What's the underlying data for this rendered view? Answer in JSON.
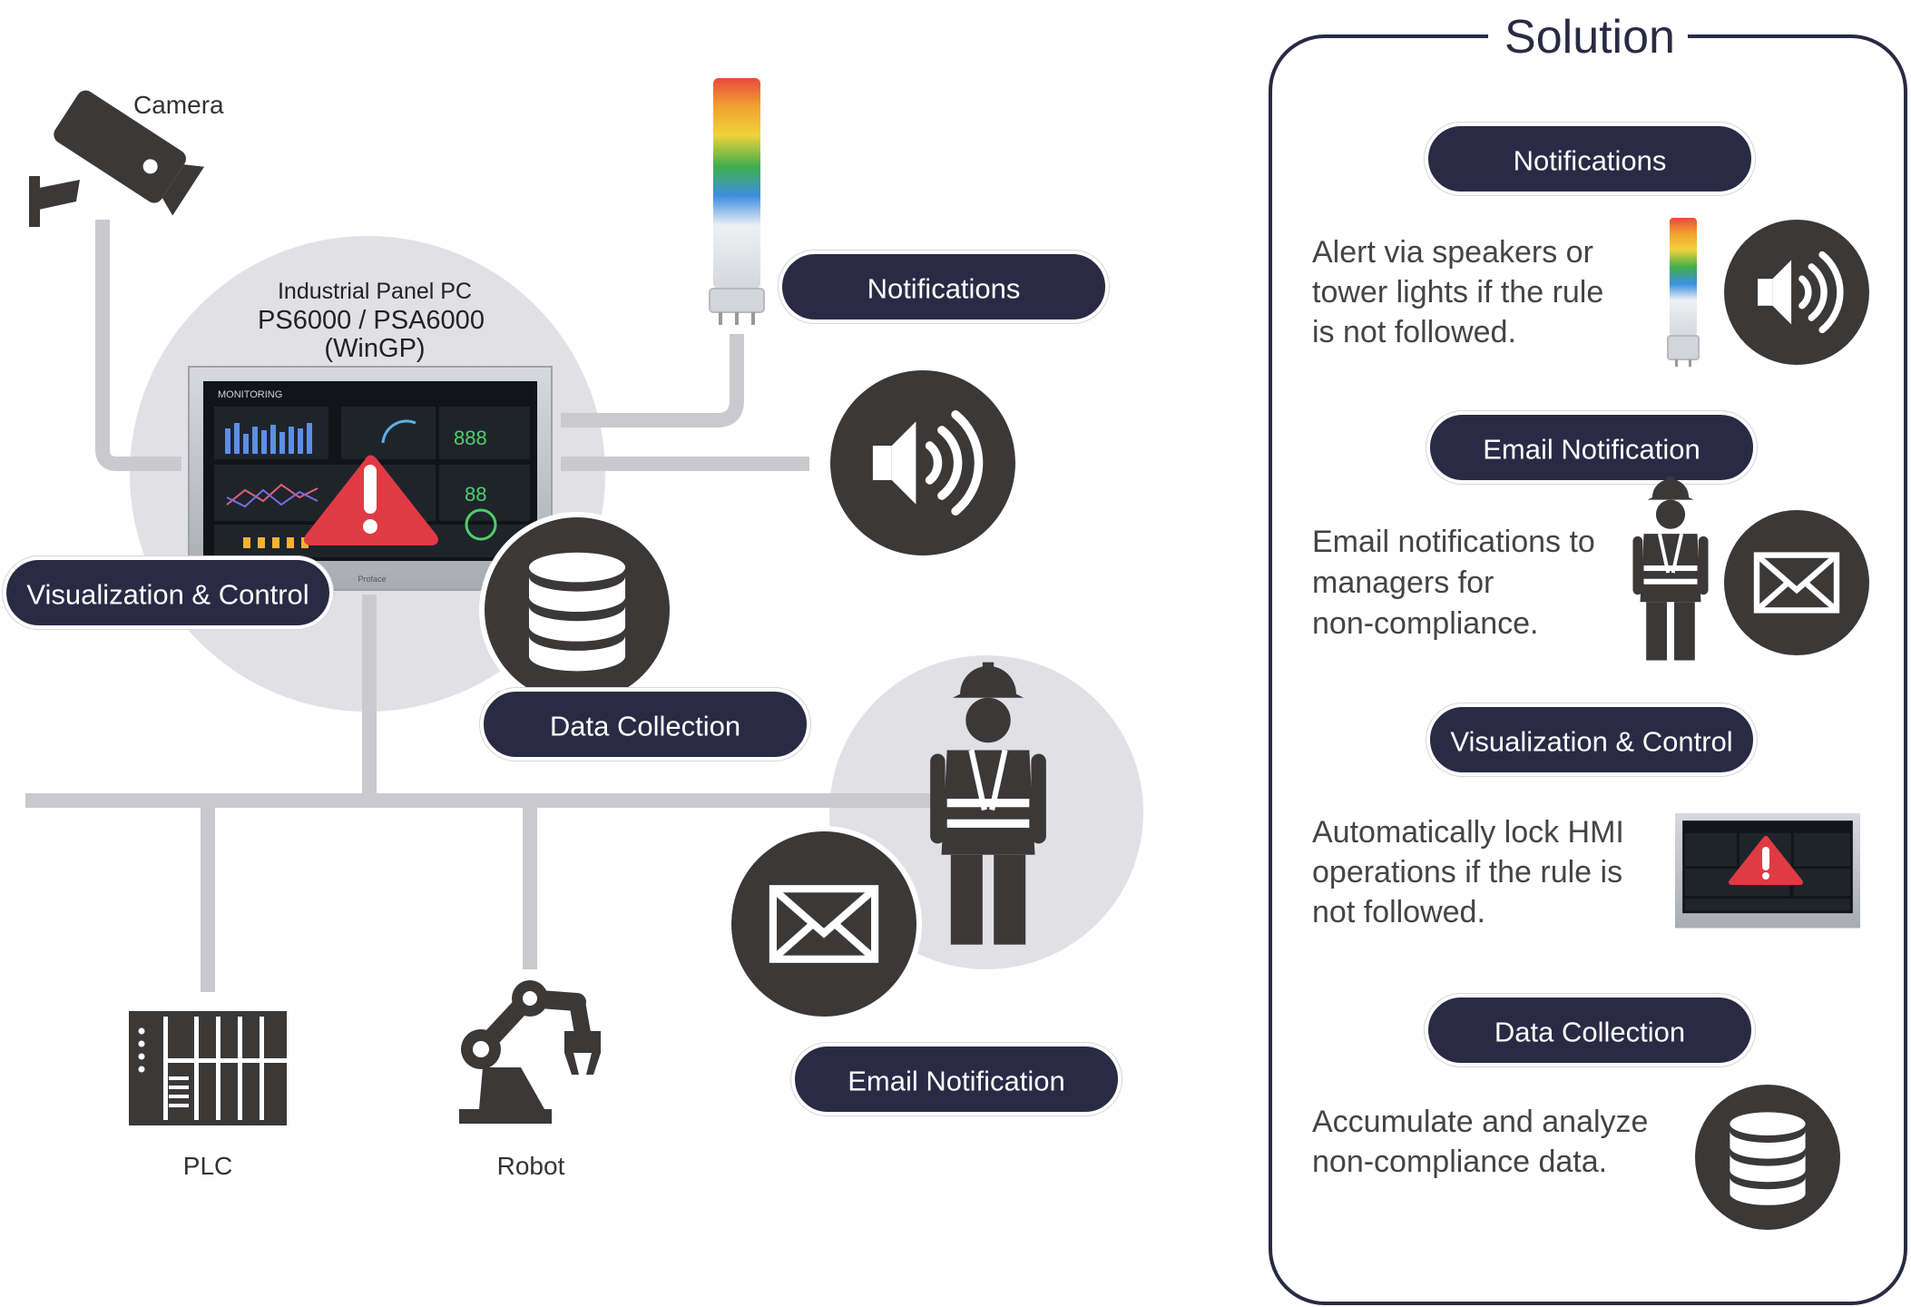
{
  "diagram": {
    "camera_label": "Camera",
    "panel_pc": {
      "line1": "Industrial Panel PC",
      "line2": "PS6000 / PSA6000",
      "line3": "(WinGP)",
      "screen_title": "MONITORING"
    },
    "labels": {
      "notifications": "Notifications",
      "visualization_control": "Visualization & Control",
      "data_collection": "Data Collection",
      "email_notification": "Email Notification",
      "plc": "PLC",
      "robot": "Robot"
    }
  },
  "solution": {
    "title": "Solution",
    "items": [
      {
        "heading": "Notifications",
        "lines": [
          "Alert via speakers or",
          "tower lights if the rule",
          "is not followed."
        ],
        "icon": "speaker-icon",
        "extra_icon": "tower-light-icon"
      },
      {
        "heading": "Email Notification",
        "lines": [
          "Email notifications to",
          "managers for",
          "non-compliance."
        ],
        "icon": "envelope-icon",
        "extra_icon": "worker-icon"
      },
      {
        "heading": "Visualization & Control",
        "lines": [
          "Automatically lock HMI",
          "operations if the rule is",
          "not followed."
        ],
        "icon": "panel-pc-icon"
      },
      {
        "heading": "Data Collection",
        "lines": [
          "Accumulate and analyze",
          "non-compliance data."
        ],
        "icon": "database-icon"
      }
    ]
  },
  "colors": {
    "pill": "#2b2a45",
    "icon_dark": "#3b3838",
    "wire": "#c9c9cf",
    "circle_bg": "#e1e1e5",
    "alert": "#e03a45"
  }
}
